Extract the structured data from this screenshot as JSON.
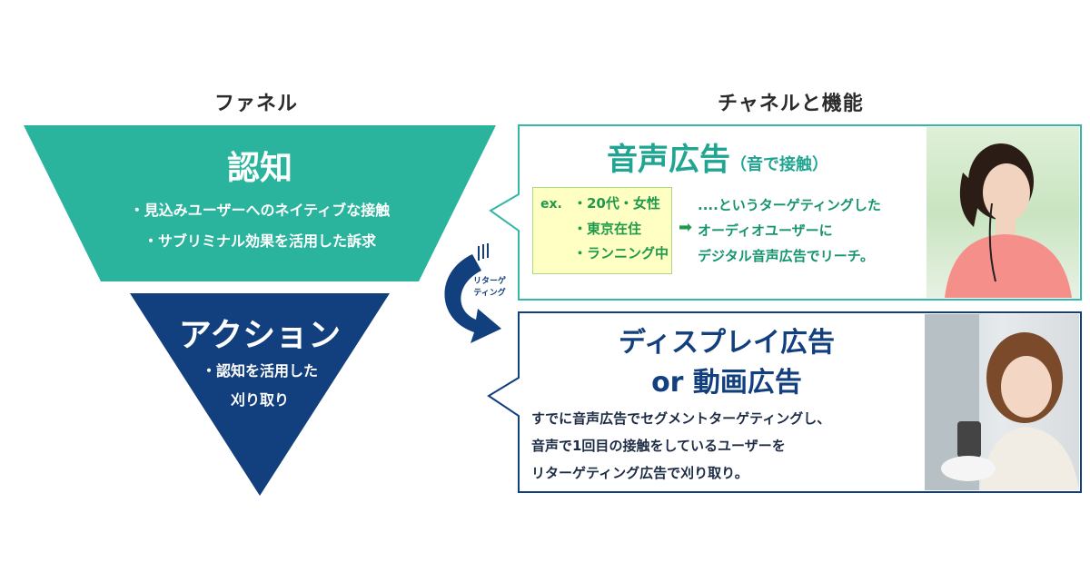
{
  "headers": {
    "funnel": "ファネル",
    "channels": "チャネルと機能"
  },
  "funnel": {
    "awareness": {
      "title": "認知",
      "bullets": [
        "・見込みユーザーへのネイティブな接触",
        "・サブリミナル効果を活用した訴求"
      ],
      "color": "#2bb49d"
    },
    "action": {
      "title": "アクション",
      "bullets": [
        "・認知を活用した",
        "刈り取り"
      ],
      "color": "#123f7d"
    }
  },
  "retargeting": {
    "label_line1": "リターゲ",
    "label_line2": "ティング"
  },
  "audio_ad": {
    "title": "音声広告",
    "subtitle": "（音で接触）",
    "example_prefix": "ex.",
    "examples": [
      "・20代・女性",
      "・東京在住",
      "・ランニング中"
    ],
    "reach_lines": [
      "....というターゲティングした",
      "オーディオユーザーに",
      "デジタル音声広告でリーチ。"
    ],
    "border_color": "#34b8a5"
  },
  "display_ad": {
    "title_line1": "ディスプレイ広告",
    "title_line2": "or 動画広告",
    "body_lines": [
      "すでに音声広告でセグメントターゲティングし、",
      "音声で1回目の接触をしているユーザーを",
      "リターゲティング広告で刈り取り。"
    ],
    "border_color": "#123f7d"
  }
}
